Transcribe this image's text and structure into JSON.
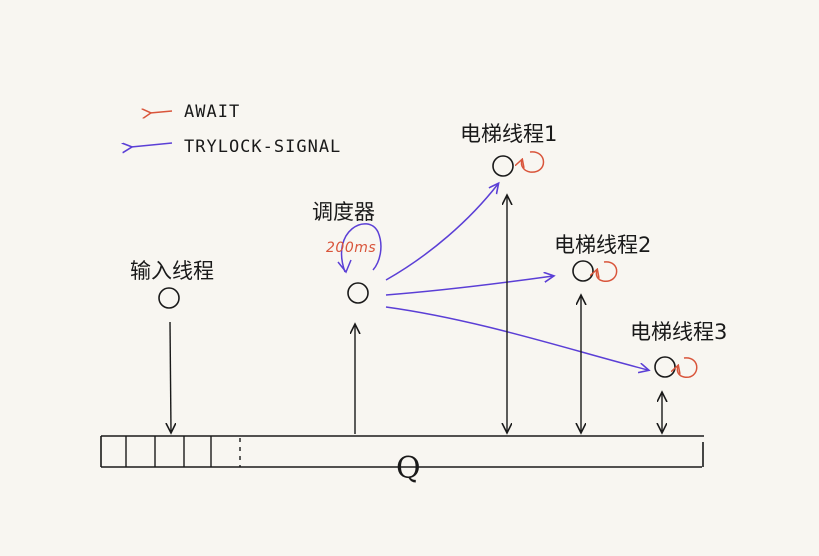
{
  "legend": {
    "await": {
      "label": "AWAIT",
      "color": "#d9553b"
    },
    "trylock": {
      "label": "TRYLOCK-SIGNAL",
      "color": "#5b3fd6"
    }
  },
  "nodes": {
    "input_thread": "输入线程",
    "scheduler": "调度器",
    "scheduler_interval": "200ms",
    "elevator_1": "电梯线程1",
    "elevator_2": "电梯线程2",
    "elevator_3": "电梯线程3"
  },
  "queue": {
    "label": "Q"
  },
  "colors": {
    "ink": "#1a1a1a",
    "await": "#d9553b",
    "signal": "#5b3fd6"
  }
}
